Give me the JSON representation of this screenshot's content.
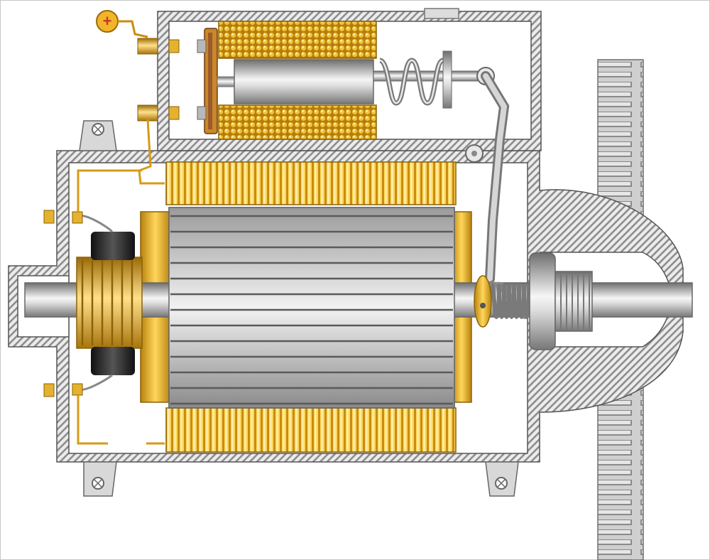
{
  "diagram": {
    "kind": "starter-motor-cutaway",
    "labels": [],
    "terminal_symbol": "+",
    "colors": {
      "background": "#ffffff",
      "housing_stripe_light": "#ececec",
      "housing_stripe_dark": "#8d8d8d",
      "housing_outline": "#555555",
      "copper_light": "#ffd65a",
      "copper_mid": "#e0a416",
      "copper_dark": "#9a6a08",
      "steel_light": "#f4f4f4",
      "steel_mid": "#b8b8b8",
      "steel_dark": "#6e6e6e",
      "brush_black": "#222222",
      "plunger_disc": "#9b5a2a"
    },
    "components": [
      {
        "name": "positive-terminal",
        "icon": "plus-terminal-icon"
      },
      {
        "name": "solenoid",
        "icon": "solenoid-icon"
      },
      {
        "name": "plunger-spring",
        "icon": "spring-icon"
      },
      {
        "name": "shift-lever",
        "icon": "lever-icon"
      },
      {
        "name": "field-coil-top",
        "icon": "coil-icon"
      },
      {
        "name": "field-coil-bottom",
        "icon": "coil-icon"
      },
      {
        "name": "armature",
        "icon": "armature-icon"
      },
      {
        "name": "commutator",
        "icon": "commutator-icon"
      },
      {
        "name": "carbon-brushes",
        "icon": "brush-icon"
      },
      {
        "name": "pinion-drive",
        "icon": "gear-icon"
      },
      {
        "name": "flywheel-ring-gear",
        "icon": "ring-gear-icon"
      }
    ]
  }
}
